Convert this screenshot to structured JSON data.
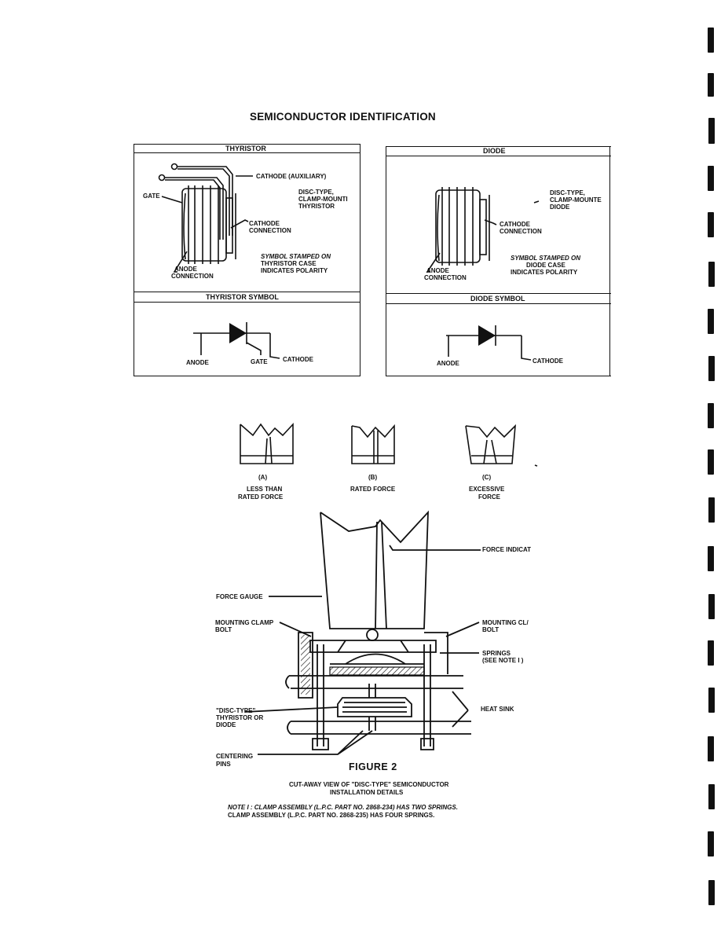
{
  "page_title": "SEMICONDUCTOR IDENTIFICATION",
  "thyristor_panel": {
    "header": "THYRISTOR",
    "cathode_aux": "CATHODE (AUXILIARY)",
    "gate": "GATE",
    "disc_line1": "DISC-TYPE,",
    "disc_line2": "CLAMP-MOUNTI",
    "disc_line3": "THYRISTOR",
    "cathode_conn_1": "CATHODE",
    "cathode_conn_2": "CONNECTION",
    "anode_conn_1": "ANODE",
    "anode_conn_2": "CONNECTION",
    "symbol_note_1": "SYMBOL STAMPED ON",
    "symbol_note_2": "THYRISTOR CASE",
    "symbol_note_3": "INDICATES POLARITY"
  },
  "thyristor_symbol": {
    "header": "THYRISTOR SYMBOL",
    "anode": "ANODE",
    "gate": "GATE",
    "cathode": "CATHODE"
  },
  "diode_panel": {
    "header": "DIODE",
    "disc_line1": "DISC-TYPE,",
    "disc_line2": "CLAMP-MOUNTE",
    "disc_line3": "DIODE",
    "cathode_conn_1": "CATHODE",
    "cathode_conn_2": "CONNECTION",
    "anode_conn_1": "ANODE",
    "anode_conn_2": "CONNECTION",
    "symbol_note_1": "SYMBOL STAMPED ON",
    "symbol_note_2": "DIODE CASE",
    "symbol_note_3": "INDICATES POLARITY"
  },
  "diode_symbol": {
    "header": "DIODE SYMBOL",
    "anode": "ANODE",
    "cathode": "CATHODE"
  },
  "gauges": [
    {
      "letter": "(A)",
      "line1": "LESS THAN",
      "line2": "RATED FORCE"
    },
    {
      "letter": "(B)",
      "line1": "RATED FORCE",
      "line2": ""
    },
    {
      "letter": "(C)",
      "line1": "EXCESSIVE",
      "line2": "FORCE"
    }
  ],
  "cutaway": {
    "force_indicator": "FORCE INDICAT",
    "force_gauge": "FORCE GAUGE",
    "mounting_clamp_left_1": "MOUNTING CLAMP",
    "mounting_clamp_left_2": "BOLT",
    "mounting_clamp_right_1": "MOUNTING CL/",
    "mounting_clamp_right_2": "BOLT",
    "springs_1": "SPRINGS",
    "springs_2": "(SEE NOTE I )",
    "heat_sink": "HEAT SINK",
    "disc_type_1": "\"DISC-TYPE\"",
    "disc_type_2": "THYRISTOR OR",
    "disc_type_3": "DIODE",
    "centering_1": "CENTERING",
    "centering_2": "PINS"
  },
  "figure": {
    "label": "FIGURE 2",
    "caption_1": "CUT-AWAY VIEW OF \"DISC-TYPE\" SEMICONDUCTOR",
    "caption_2": "INSTALLATION DETAILS",
    "note_1": "NOTE I : CLAMP ASSEMBLY (L.P.C. PART NO. 2868-234) HAS TWO SPRINGS.",
    "note_2": "CLAMP ASSEMBLY (L.P.C. PART NO. 2868-235) HAS FOUR SPRINGS."
  }
}
